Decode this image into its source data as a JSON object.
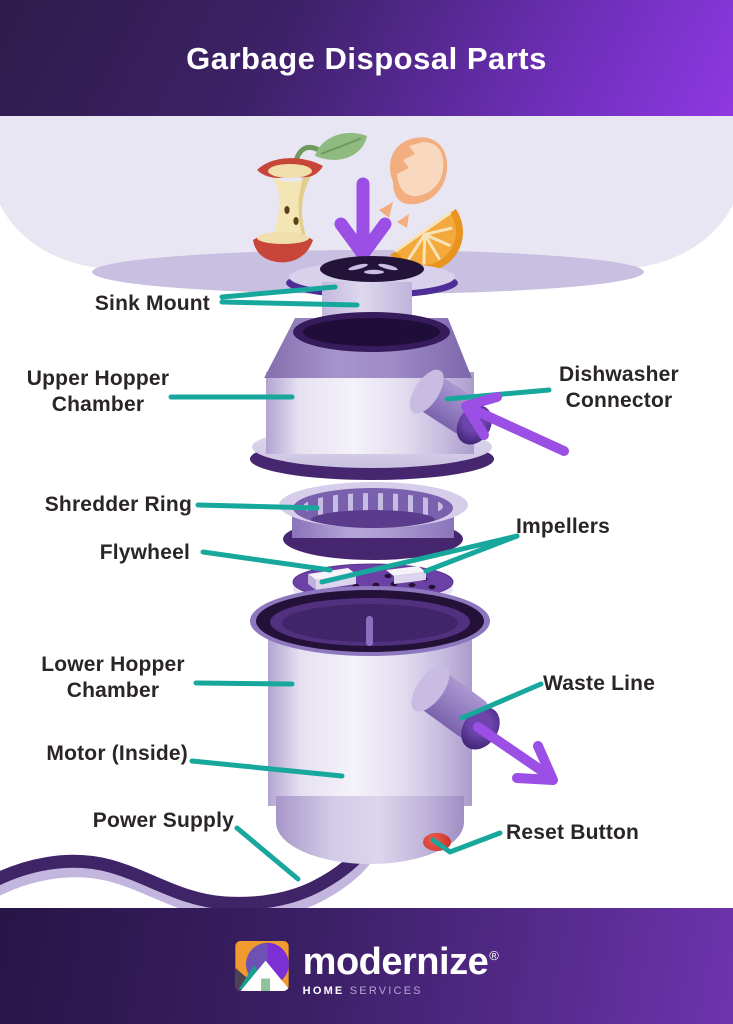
{
  "header": {
    "title": "Garbage Disposal Parts"
  },
  "diagram": {
    "labels": {
      "sink_mount": "Sink Mount",
      "upper_hopper_chamber": "Upper Hopper\nChamber",
      "dishwasher_connector": "Dishwasher\nConnector",
      "shredder_ring": "Shredder Ring",
      "flywheel": "Flywheel",
      "impellers": "Impellers",
      "lower_hopper_chamber": "Lower Hopper\nChamber",
      "waste_line": "Waste Line",
      "motor_inside": "Motor (Inside)",
      "power_supply": "Power Supply",
      "reset_button": "Reset Button"
    },
    "palette": {
      "callout_line": "#17A79D",
      "arrow": "#9C4FE4",
      "label_text": "#2A2527",
      "unit_lavender": "#F2F0F9",
      "unit_dark_purple": "#46276F",
      "reset_button_red": "#D9392E",
      "header_purple_dark": "#2E1C4A",
      "header_purple_bright": "#9038E2"
    }
  },
  "footer": {
    "wordmark": "modernize",
    "registered": "®",
    "tagline_bold": "HOME",
    "tagline_light": "SERVICES"
  }
}
